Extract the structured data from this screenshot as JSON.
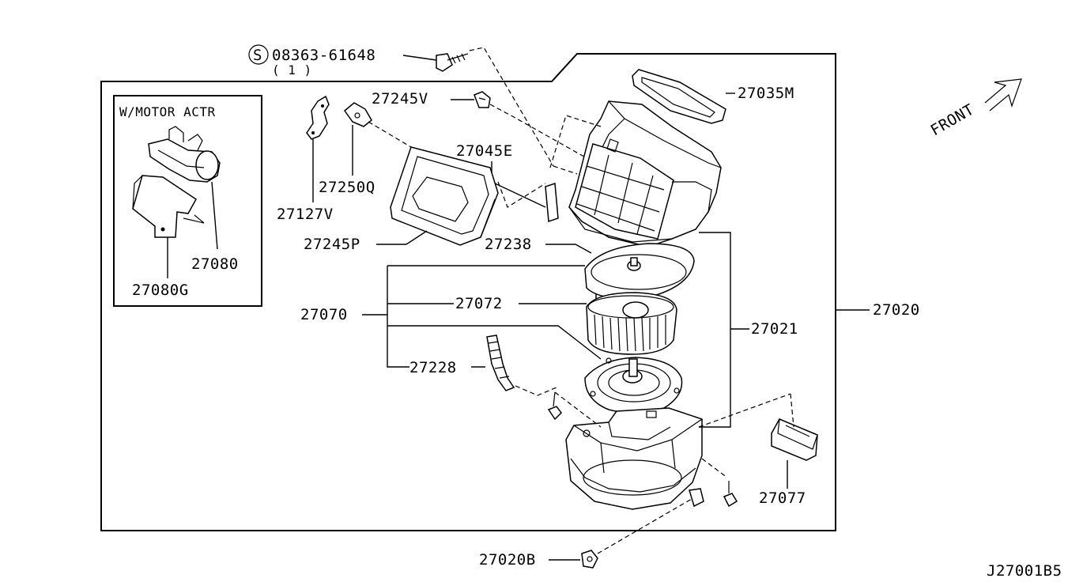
{
  "diagram": {
    "code": "J27001B5",
    "front_label": "FRONT",
    "inset_title": "W/MOTOR ACTR",
    "screw": {
      "symbol": "S",
      "number": "08363-61648",
      "qty": "( 1 )"
    },
    "parts": {
      "p27035M": "27035M",
      "p27245V": "27245V",
      "p27045E": "27045E",
      "p27250Q": "27250Q",
      "p27127V": "27127V",
      "p27245P": "27245P",
      "p27238": "27238",
      "p27070": "27070",
      "p27072": "27072",
      "p27021": "27021",
      "p27020": "27020",
      "p27228": "27228",
      "p27077": "27077",
      "p27020B": "27020B",
      "p27080": "27080",
      "p27080G": "27080G"
    }
  }
}
